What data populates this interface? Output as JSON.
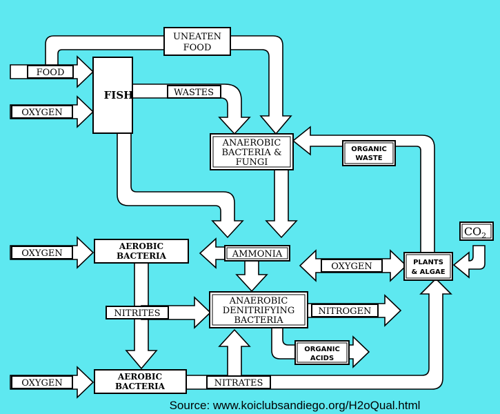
{
  "nodes": {
    "fish": "FISH",
    "food": "FOOD",
    "oxygen_fish": "OXYGEN",
    "uneaten_food_line1": "UNEATEN",
    "uneaten_food_line2": "FOOD",
    "wastes": "WASTES",
    "anaerobic_fungi_line1": "ANAEROBIC",
    "anaerobic_fungi_line2": "BACTERIA &",
    "anaerobic_fungi_line3": "FUNGI",
    "organic_waste_line1": "ORGANIC",
    "organic_waste_line2": "WASTE",
    "co2_text": "CO",
    "co2_sub": "2",
    "plants_line1": "PLANTS",
    "plants_line2": "& ALGAE",
    "oxygen_plants": "OXYGEN",
    "ammonia": "AMMONIA",
    "aerobic1_line1": "AEROBIC",
    "aerobic1_line2": "BACTERIA",
    "oxygen_aerobic1": "OXYGEN",
    "nitrites": "NITRITES",
    "denitrifying_line1": "ANAEROBIC",
    "denitrifying_line2": "DENITRIFYING",
    "denitrifying_line3": "BACTERIA",
    "nitrogen": "NITROGEN",
    "organic_acids_line1": "ORGANIC",
    "organic_acids_line2": "ACIDS",
    "aerobic2_line1": "AEROBIC",
    "aerobic2_line2": "BACTERIA",
    "oxygen_aerobic2": "OXYGEN",
    "nitrates": "NITRATES"
  },
  "source": "Source: www.koiclubsandiego.org/H2oQual.html",
  "colors": {
    "background": "#5ee8f0",
    "box": "#ffffff",
    "stroke": "#000000"
  }
}
